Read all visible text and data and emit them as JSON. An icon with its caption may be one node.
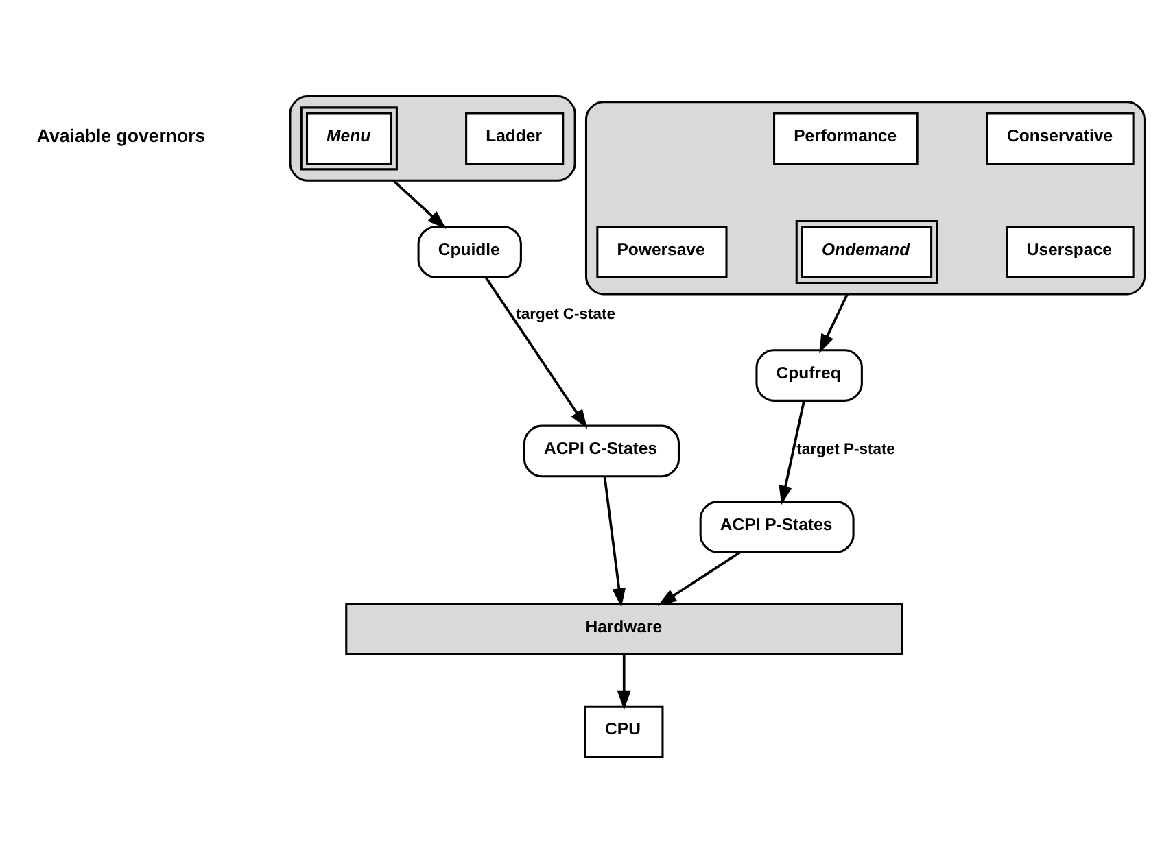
{
  "diagram": {
    "nodes": [
      {
        "text": [],
        "shape": "box"
      },
      {
        "text": [
          "Menu"
        ],
        "in": 0
      },
      {
        "text": [
          "Ladder"
        ],
        "in": 0
      },
      {
        "text": [],
        "shape": "box"
      },
      {
        "text": [
          "Performance"
        ],
        "in": 3
      },
      {
        "text": [
          "Conservative"
        ],
        "in": 3
      },
      {
        "text": [
          "Powersave"
        ],
        "in": 3
      },
      {
        "text": [
          "Ondemand"
        ],
        "in": 3
      },
      {
        "text": [
          "Userspace"
        ],
        "in": 3
      },
      {
        "text": [
          "Cpuidle"
        ]
      },
      {
        "text": [
          "Cpufreq"
        ]
      },
      {
        "text": [
          "ACPI C-States"
        ]
      },
      {
        "text": [
          "ACPI P-States"
        ]
      },
      {
        "text": [
          "Hardware"
        ]
      },
      {
        "text": [
          "CPU"
        ]
      }
    ],
    "edges": [
      {
        "from": 0,
        "to": 9,
        "arrow": "to"
      },
      {
        "from": 3,
        "to": 10,
        "arrow": "to"
      },
      {
        "from": 9,
        "to": 11,
        "arrow": "to",
        "label": "target C-state"
      },
      {
        "from": 10,
        "to": 12,
        "arrow": "to",
        "label": "target P-state"
      },
      {
        "from": 11,
        "to": 13,
        "arrow": "to"
      },
      {
        "from": 12,
        "to": 13,
        "arrow": "to"
      },
      {
        "from": 13,
        "to": 14,
        "arrow": "to"
      }
    ],
    "labels": [
      "Avaiable governors"
    ]
  }
}
